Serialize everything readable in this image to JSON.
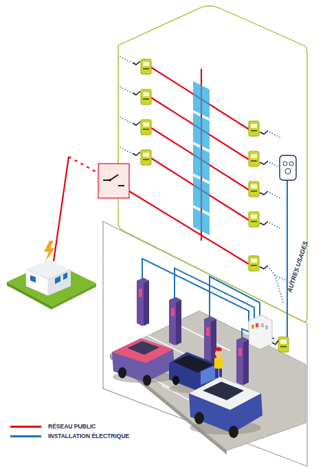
{
  "diagram": {
    "labels": [
      "AUTRES USAGES"
    ],
    "legend": [
      {
        "text": "RÉSEAU PUBLIC",
        "color": "#e30613"
      },
      {
        "text": "INSTALLATION ÉLECTRIQUE",
        "color": "#1d71b8"
      }
    ]
  }
}
